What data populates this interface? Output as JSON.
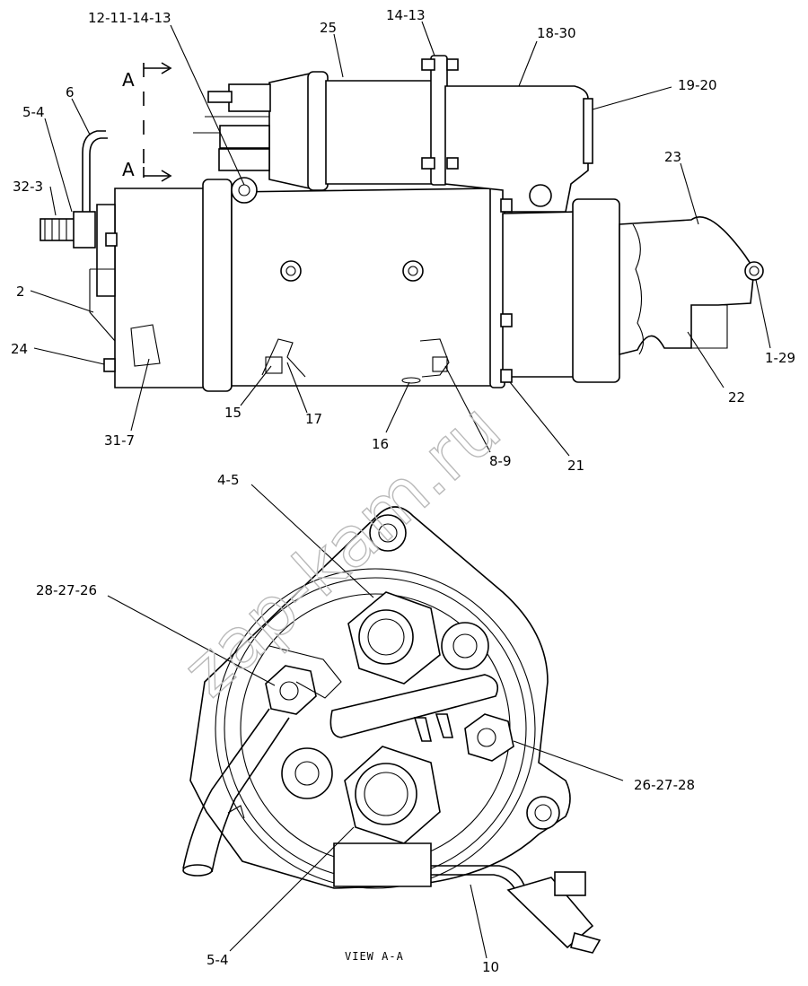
{
  "view": {
    "section_marker": "A",
    "caption": "VIEW A-A",
    "watermark": "zap-kam.ru"
  },
  "callouts": {
    "c12_11_14_13": "12-11-14-13",
    "c25": "25",
    "c14_13": "14-13",
    "c18_30": "18-30",
    "c19_20": "19-20",
    "c6": "6",
    "c5_4_top": "5-4",
    "c32_3": "32-3",
    "c23": "23",
    "c2": "2",
    "c24": "24",
    "c1_29": "1-29",
    "c22": "22",
    "c15": "15",
    "c17": "17",
    "c31_7": "31-7",
    "c16": "16",
    "c8_9": "8-9",
    "c21": "21",
    "c4_5": "4-5",
    "c28_27_26": "28-27-26",
    "c26_27_28": "26-27-28",
    "c5_4_bottom": "5-4",
    "c10": "10"
  }
}
